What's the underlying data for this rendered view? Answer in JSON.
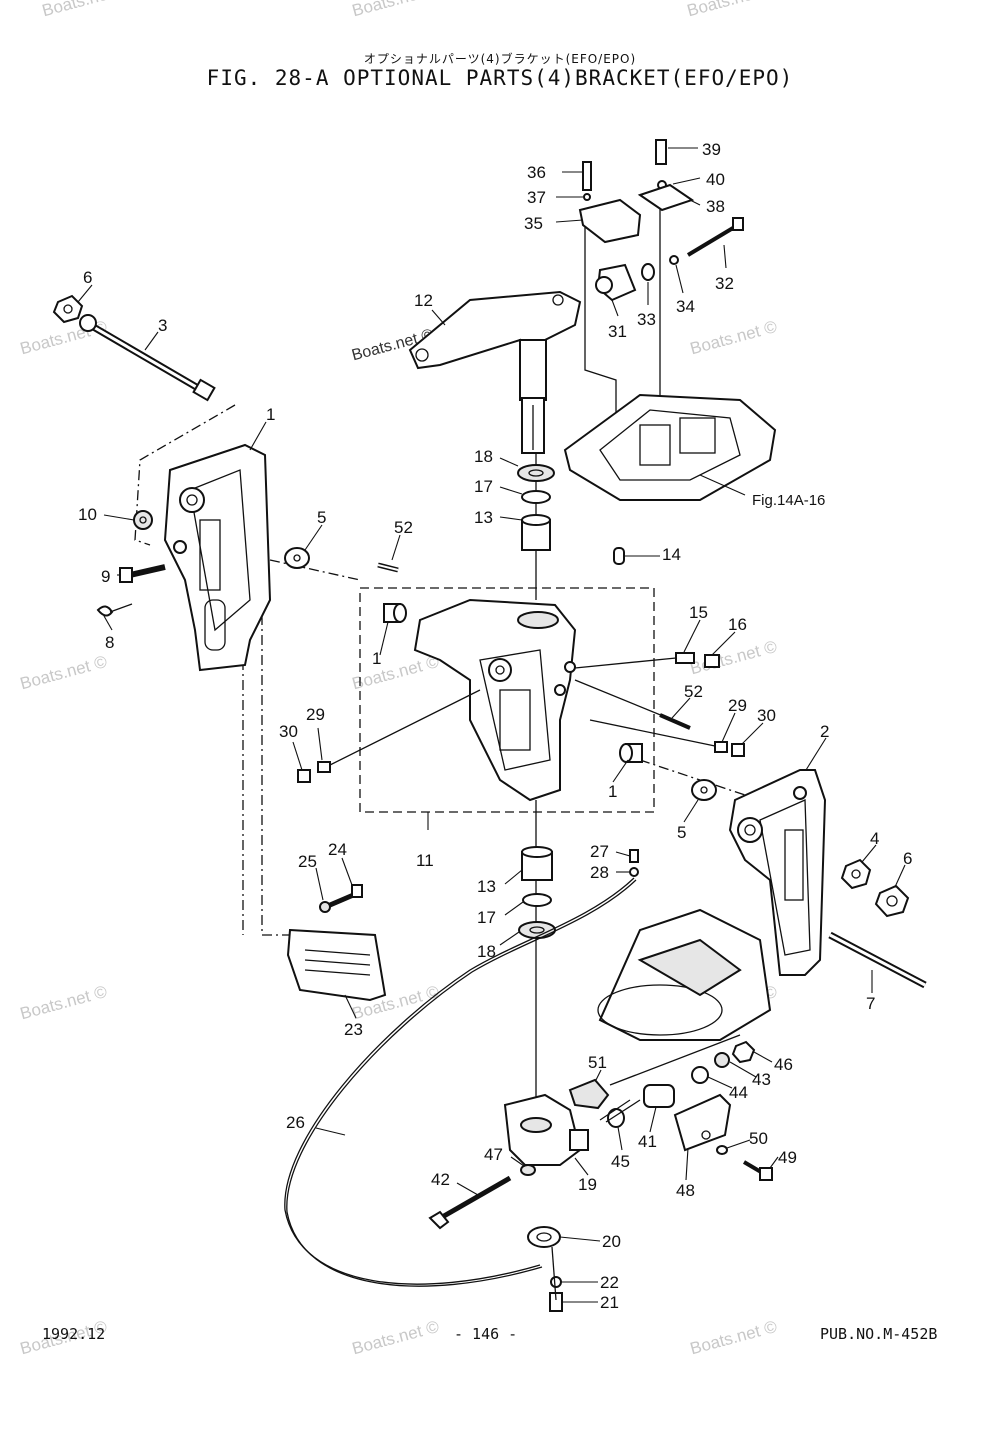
{
  "header": {
    "subtitle_jp": "オプショナルパーツ(4)ブラケット(EFO/EPO)",
    "title": "FIG. 28-A OPTIONAL PARTS(4)BRACKET(EFO/EPO)"
  },
  "footer": {
    "date": "1992.12",
    "page": "- 146 -",
    "pub": "PUB.NO.M-452B"
  },
  "watermarks": {
    "site": "Boats.net ©",
    "prominent": "Boats.net ©"
  },
  "reference": "Fig.14A-16",
  "callouts": [
    "39",
    "36",
    "40",
    "37",
    "38",
    "35",
    "32",
    "34",
    "33",
    "31",
    "12",
    "6",
    "3",
    "1",
    "18",
    "17",
    "13",
    "10",
    "5",
    "52",
    "14",
    "9",
    "8",
    "1",
    "15",
    "16",
    "52",
    "29",
    "30",
    "29",
    "30",
    "2",
    "1",
    "5",
    "11",
    "4",
    "6",
    "27",
    "28",
    "13",
    "25",
    "24",
    "17",
    "18",
    "7",
    "23",
    "51",
    "46",
    "43",
    "44",
    "26",
    "41",
    "50",
    "45",
    "49",
    "47",
    "19",
    "42",
    "48",
    "20",
    "22",
    "21"
  ]
}
